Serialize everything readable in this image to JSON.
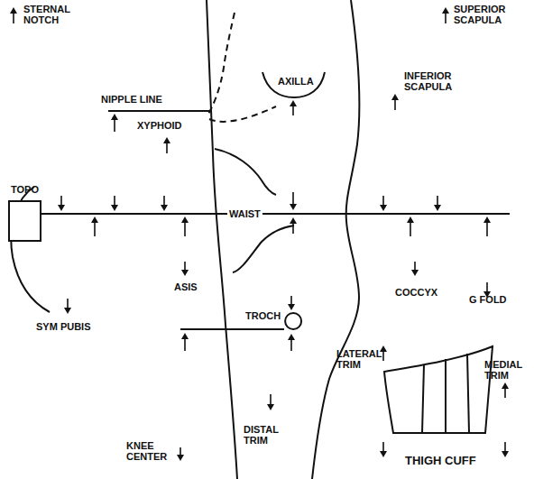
{
  "diagram": {
    "nodes": [
      {
        "text": [
          "TOPO"
        ]
      },
      {
        "text": [
          "TROCH"
        ]
      },
      {
        "text": [
          "THIGH CUFF"
        ]
      }
    ],
    "labels": [
      "STERNAL NOTCH",
      "SUPERIOR SCAPULA",
      "INFERIOR SCAPULA",
      "NIPPLE LINE",
      "AXILLA",
      "XYPHOID",
      "WAIST",
      "ASIS",
      "COCCYX",
      "G FOLD",
      "SYM PUBIS",
      "LATERAL TRIM",
      "MEDIAL TRIM",
      "DISTAL TRIM",
      "KNEE CENTER"
    ]
  }
}
